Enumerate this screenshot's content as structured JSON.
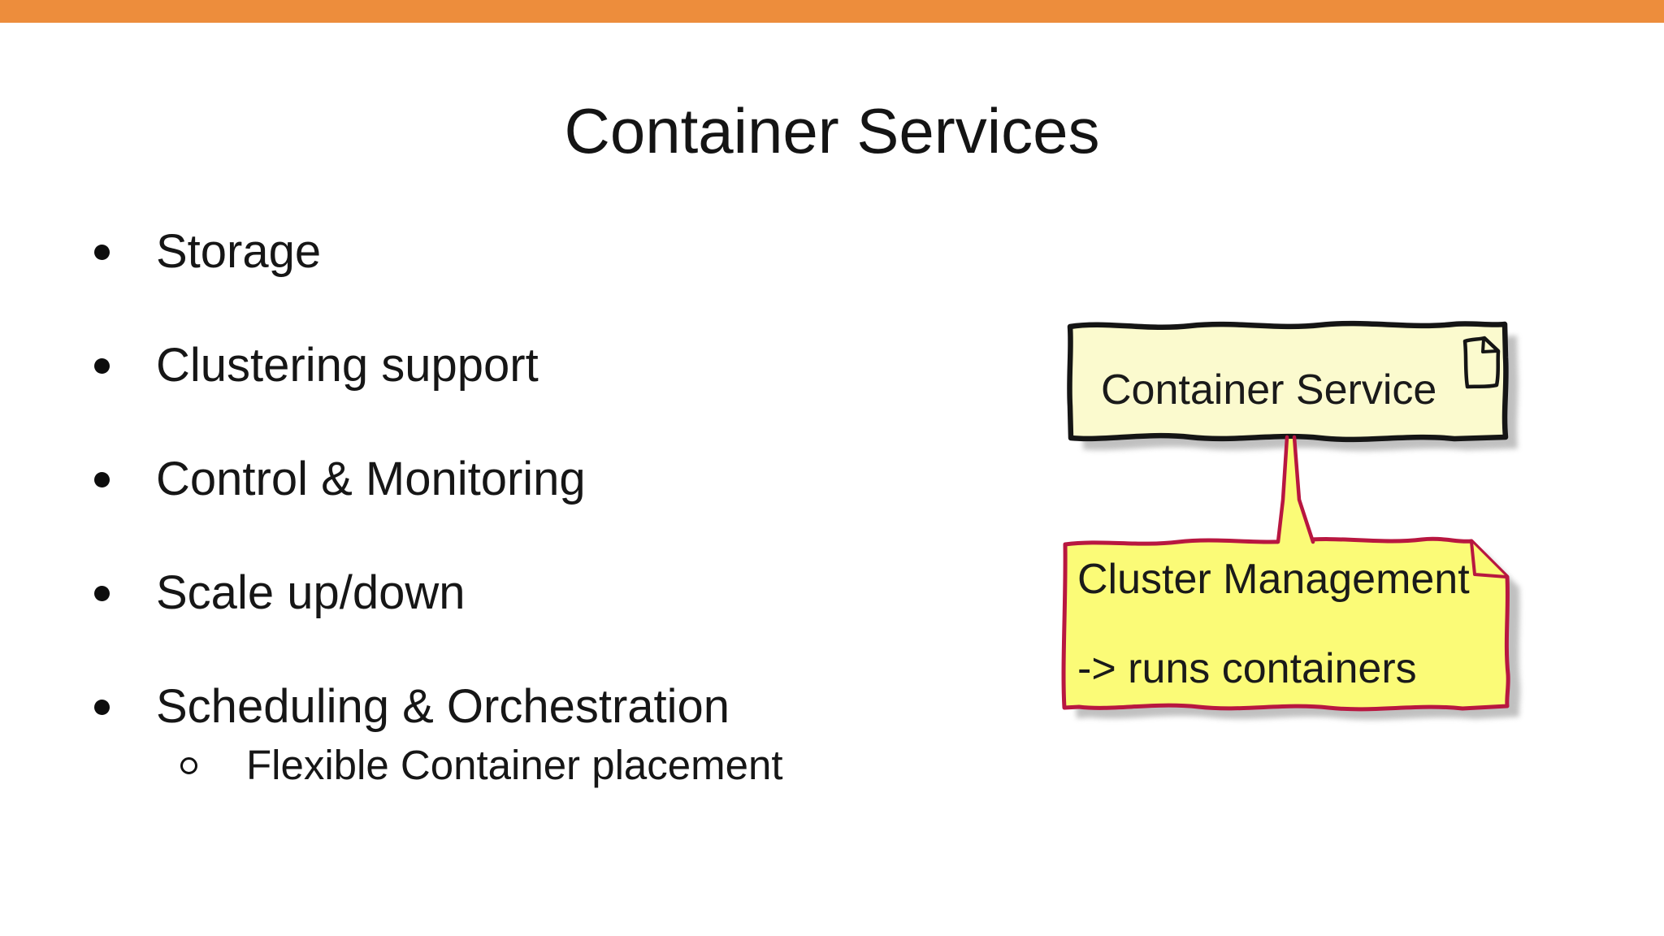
{
  "top_bar": {
    "color": "#ED8D3C"
  },
  "slide": {
    "title": "Container Services",
    "bullets": [
      {
        "level": 1,
        "text": "Storage"
      },
      {
        "level": 1,
        "text": "Clustering support"
      },
      {
        "level": 1,
        "text": "Control & Monitoring"
      },
      {
        "level": 1,
        "text": "Scale up/down"
      },
      {
        "level": 1,
        "text": "Scheduling & Orchestration"
      },
      {
        "level": 2,
        "text": "Flexible Container placement"
      }
    ]
  },
  "diagram": {
    "component": {
      "label": "Container Service",
      "fill": "#FBFACE",
      "border": "#151515",
      "icon": "artifact-document-icon"
    },
    "note": {
      "line1": "Cluster Management",
      "line2": "-> runs containers",
      "fill": "#FBFB77",
      "border": "#B81740"
    }
  }
}
